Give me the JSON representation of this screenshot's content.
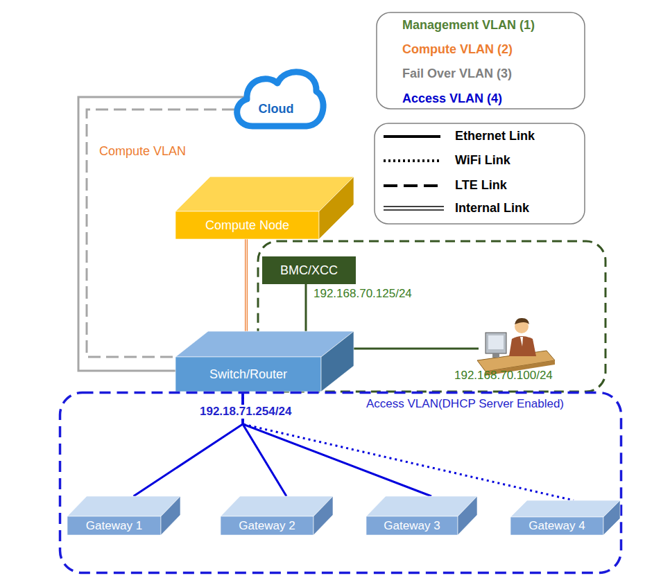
{
  "diagram": {
    "nodes": [
      {
        "text": [
          "Cloud"
        ]
      },
      {
        "text": [
          "Compute Node"
        ]
      },
      {
        "text": [
          "BMC/XCC"
        ]
      },
      {
        "text": [
          "Switch/Router"
        ]
      },
      {
        "text": [
          "Access VLAN(DHCP Server Enabled)"
        ]
      },
      {
        "text": [
          "Gateway 1"
        ],
        "in": 4
      },
      {
        "text": [
          "Gateway 2"
        ],
        "in": 4
      },
      {
        "text": [
          "Gateway 3"
        ],
        "in": 4
      },
      {
        "text": [
          "Gateway 4"
        ],
        "in": 4
      }
    ],
    "edges": [
      {
        "from": 0,
        "to": 3,
        "arrow": "none"
      },
      {
        "from": 0,
        "to": 3,
        "arrow": "none"
      },
      {
        "from": 1,
        "to": 3,
        "arrow": "none"
      },
      {
        "from": 2,
        "to": 3,
        "arrow": "none"
      },
      {
        "from": 3,
        "to": 5,
        "arrow": "none"
      },
      {
        "from": 3,
        "to": 6,
        "arrow": "none"
      },
      {
        "from": 3,
        "to": 7,
        "arrow": "none"
      },
      {
        "from": 3,
        "to": 8,
        "arrow": "none"
      }
    ],
    "labels": [
      "Compute VLAN",
      "192.168.70.125/24",
      "192.168.70.100/24",
      "192.18.71.254/24"
    ],
    "legend": [
      {
        "text": "Management VLAN (1)",
        "color": "#538135"
      },
      {
        "text": "Compute VLAN (2)",
        "color": "#ed7d31"
      },
      {
        "text": "Fail Over VLAN (3)",
        "color": "#7f7f7f"
      },
      {
        "text": "Access VLAN (4)",
        "color": "#0000cc"
      },
      {
        "text": "Ethernet Link"
      },
      {
        "text": "WiFi Link"
      },
      {
        "text": "LTE Link"
      },
      {
        "text": "Internal Link"
      }
    ]
  }
}
